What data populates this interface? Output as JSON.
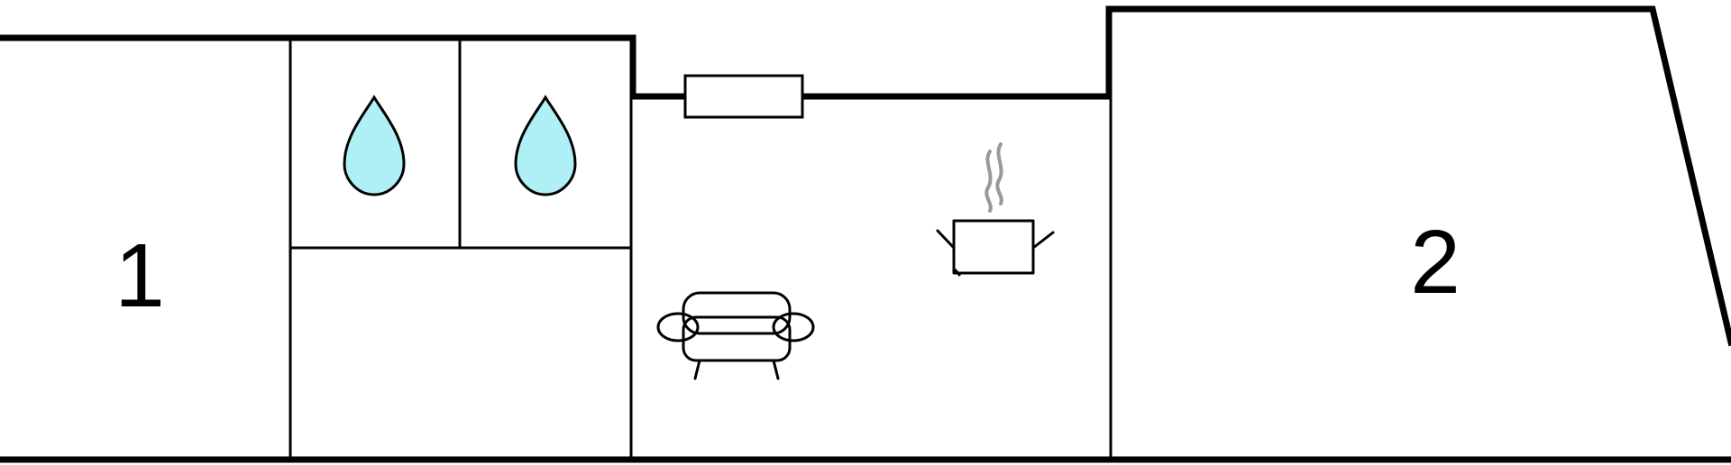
{
  "floorplan": {
    "rooms": [
      {
        "id": "bedroom-1",
        "label": "1"
      },
      {
        "id": "bedroom-2",
        "label": "2"
      }
    ],
    "icons": {
      "bathroom_1": "water-drop-icon",
      "bathroom_2": "water-drop-icon",
      "living_room": "sofa-icon",
      "kitchen": "cooking-pot-icon",
      "window": "window-icon"
    },
    "colors": {
      "wall": "#000000",
      "water": "#aef0f5",
      "steam": "#999999",
      "background": "#ffffff"
    }
  }
}
